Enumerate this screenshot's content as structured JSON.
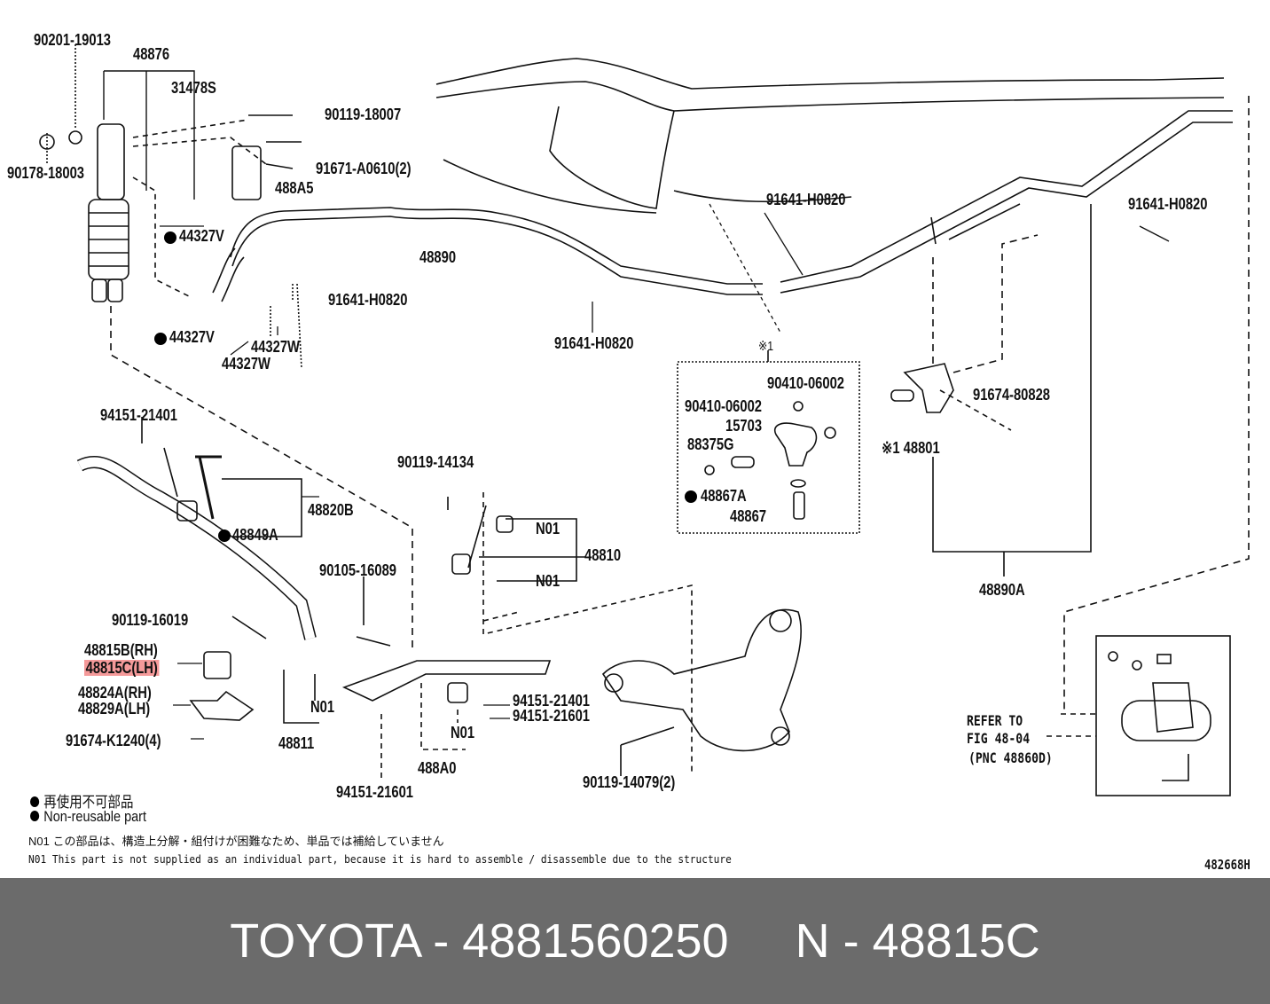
{
  "labels": [
    "90201-19013",
    "48876",
    "31478S",
    "90119-18007",
    "90178-18003",
    "91671-A0610(2)",
    "488A5",
    "44327V",
    "48890",
    "91641-H0820",
    "44327V",
    "44327W",
    "44327W",
    "91641-H0820",
    "91641-H0820",
    "91641-H0820",
    "※1",
    "90410-06002",
    "90410-06002",
    "15703",
    "88375G",
    "48867A",
    "48867",
    "91674-80828",
    "※1 48801",
    "48890A",
    "94151-21401",
    "48820B",
    "48849A",
    "90119-14134",
    "N01",
    "48810",
    "N01",
    "90105-16089",
    "90119-16019",
    "48815B(RH)",
    "48815C(LH)",
    "48824A(RH)",
    "48829A(LH)",
    "91674-K1240(4)",
    "N01",
    "48811",
    "94151-21401",
    "94151-21601",
    "N01",
    "488A0",
    "94151-21601",
    "90119-14079(2)",
    "REFER TO",
    "FIG 48-04",
    "(PNC 48860D)",
    "482668H"
  ],
  "highlighted_part": "48815C(LH)",
  "legend": {
    "jp": "再使用不可部品",
    "en": "Non-reusable part"
  },
  "notes": {
    "jp": "N01 この部品は、構造上分解・組付けが困難なため、単品では補給していません",
    "en": "N01 This part is not supplied as an individual part, because it is hard to assemble / disassemble due to the structure"
  },
  "footer": {
    "text": "TOYOTA - 4881560250     N - 48815C"
  },
  "colors": {
    "highlight": "#f59a9a",
    "footer_bg": "#6b6b6b"
  }
}
